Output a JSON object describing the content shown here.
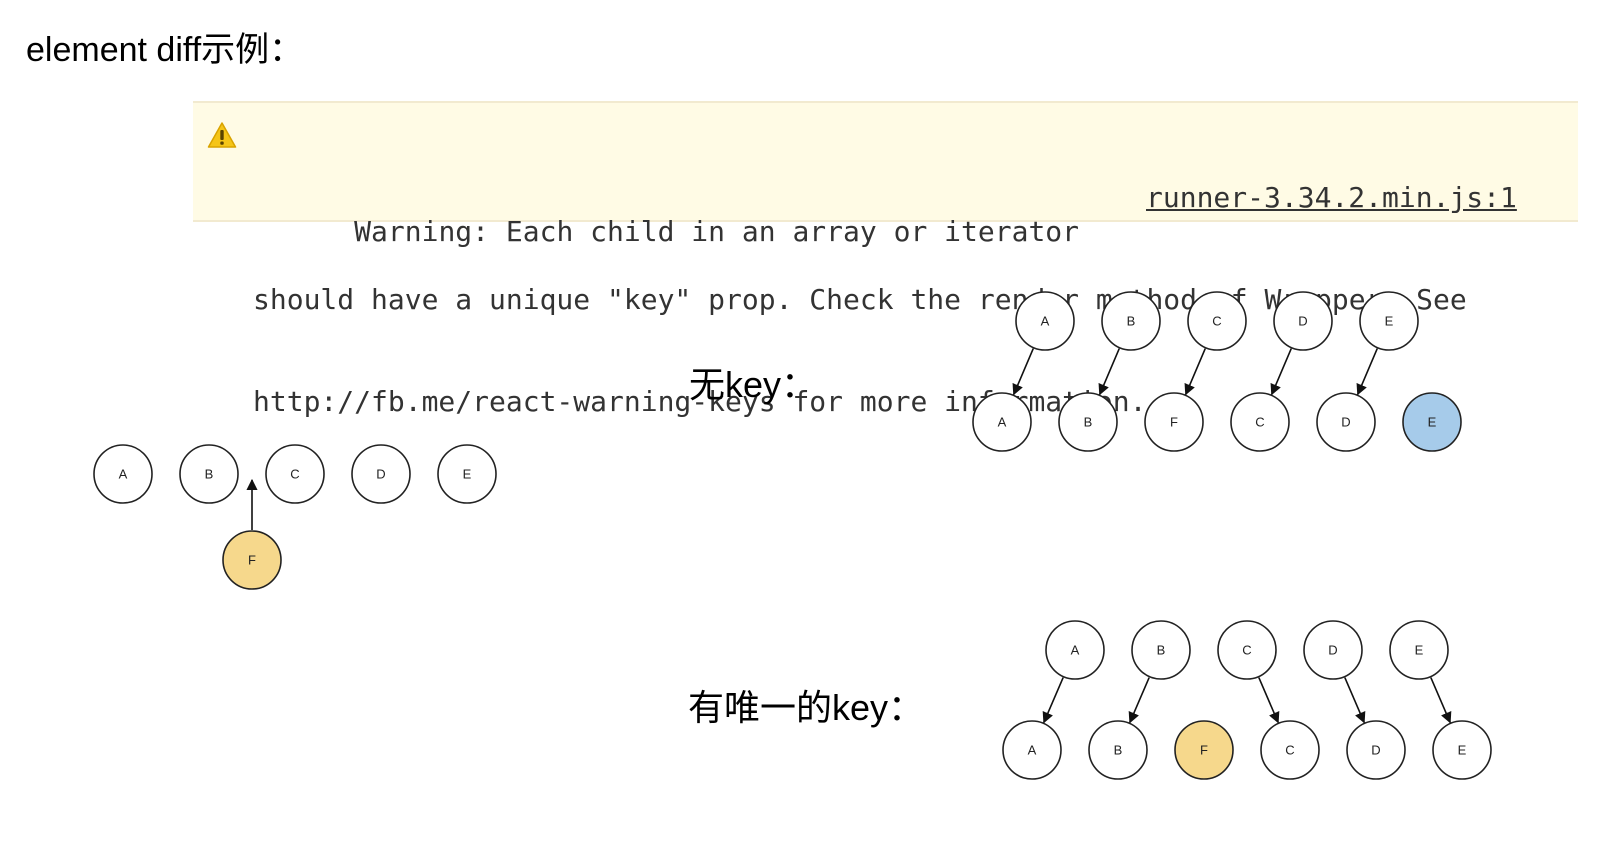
{
  "heading": "element diff示例：",
  "warning": {
    "icon": "warning-triangle-icon",
    "line1": "Warning: Each child in an array or iterator",
    "source": "runner-3.34.2.min.js:1",
    "line2": "should have a unique \"key\" prop. Check the render method of Wrapper. See",
    "line3": "http://fb.me/react-warning-keys for more information.",
    "background": "#fffbe5",
    "icon_color": "#f5c518"
  },
  "labels": {
    "no_key": "无key：",
    "unique_key": "有唯一的key："
  },
  "colors": {
    "inserted_node": "#f6d88c",
    "shifted_node": "#a6cbea",
    "node_fill": "#ffffff",
    "node_stroke": "#222222"
  },
  "diagrams": {
    "insert_example": {
      "row": [
        "A",
        "B",
        "C",
        "D",
        "E"
      ],
      "inserted": "F",
      "insert_between": [
        "B",
        "C"
      ]
    },
    "no_key": {
      "old_row": [
        "A",
        "B",
        "C",
        "D",
        "E"
      ],
      "new_row": [
        "A",
        "B",
        "F",
        "C",
        "D",
        "E"
      ],
      "highlight": {
        "E": "shifted"
      },
      "links": [
        {
          "from": "A",
          "to": "A"
        },
        {
          "from": "B",
          "to": "B"
        },
        {
          "from": "C",
          "to": "F"
        },
        {
          "from": "D",
          "to": "C"
        },
        {
          "from": "E",
          "to": "D"
        }
      ]
    },
    "unique_key": {
      "old_row": [
        "A",
        "B",
        "C",
        "D",
        "E"
      ],
      "new_row": [
        "A",
        "B",
        "F",
        "C",
        "D",
        "E"
      ],
      "highlight": {
        "F": "inserted"
      },
      "links": [
        {
          "from": "A",
          "to": "A"
        },
        {
          "from": "B",
          "to": "B"
        },
        {
          "from": "C",
          "to": "C"
        },
        {
          "from": "D",
          "to": "D"
        },
        {
          "from": "E",
          "to": "E"
        }
      ]
    }
  }
}
